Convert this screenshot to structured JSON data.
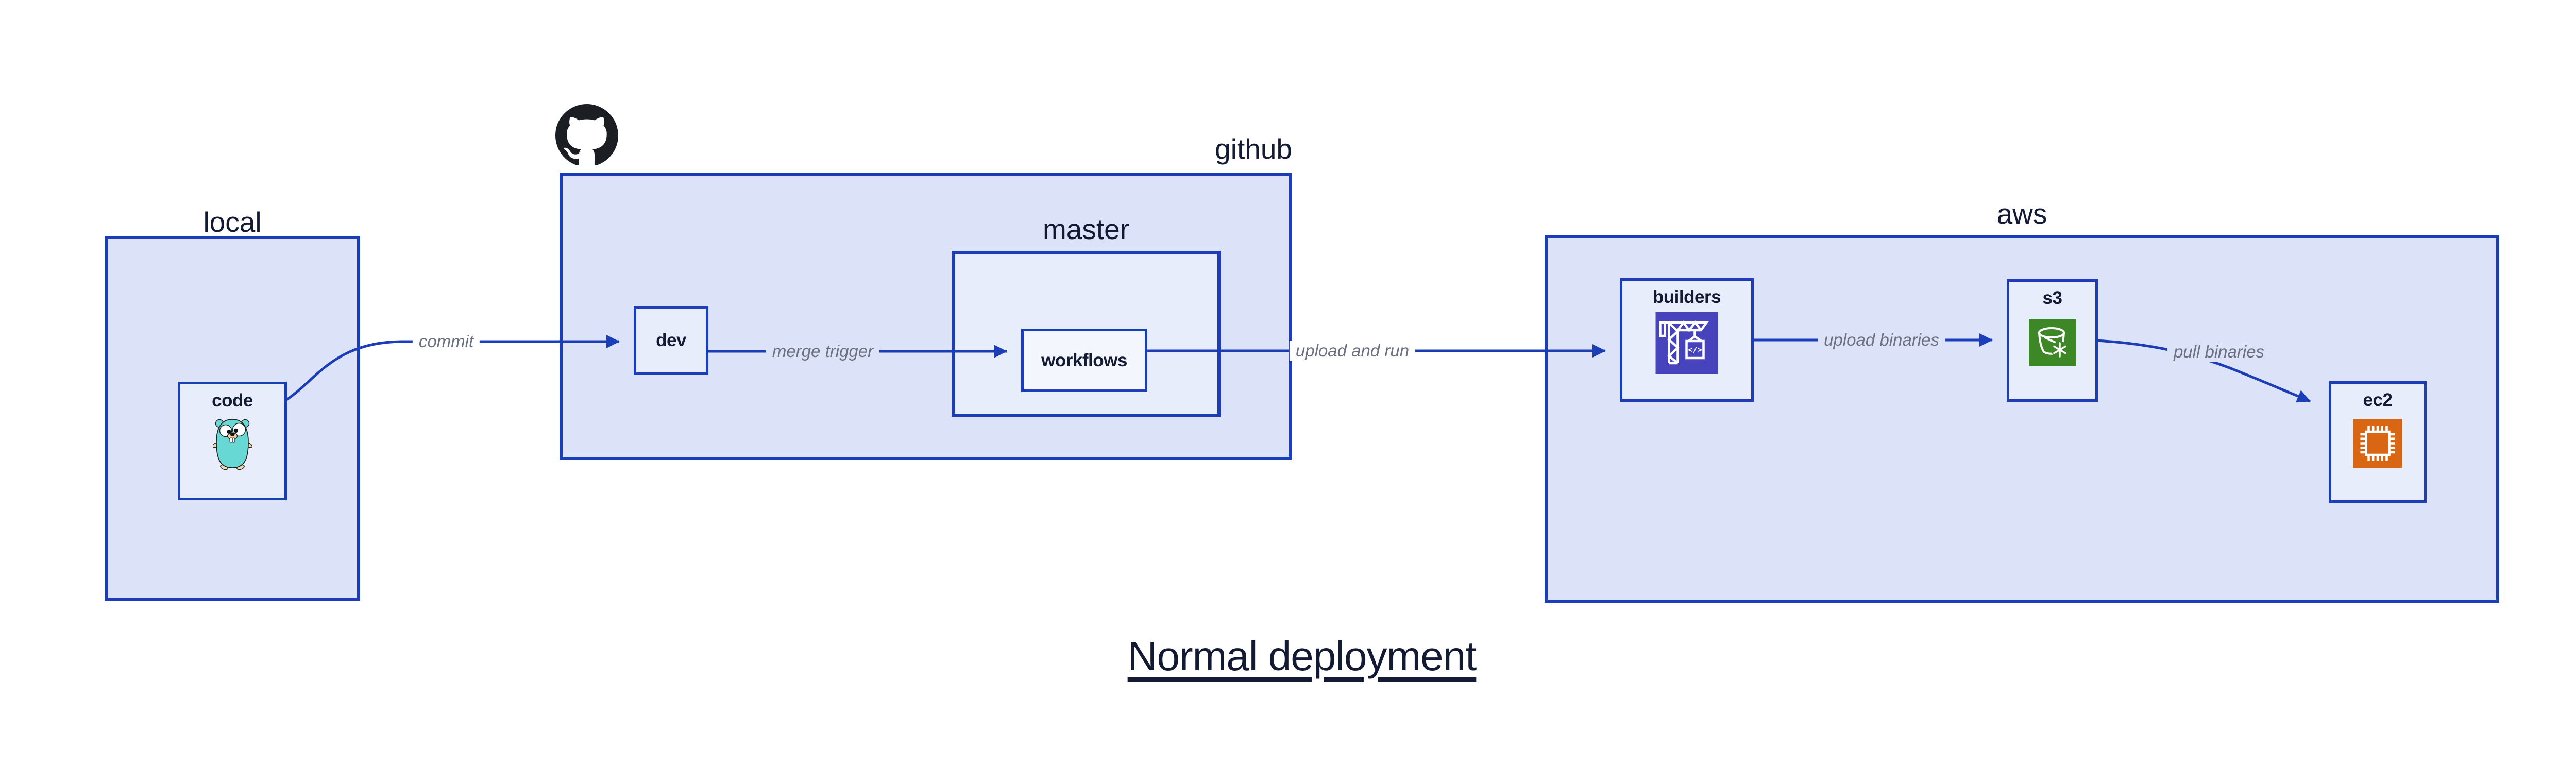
{
  "title": {
    "text": "Normal deployment"
  },
  "colors": {
    "border_blue": "#1b3eb8",
    "group_fill": "#dce3f8",
    "node_fill": "#e8edfb",
    "bright_node_fill": "#f4f6fd",
    "label_navy": "#131a33",
    "edge_label_gray": "#6a7080",
    "builders_icon_bg": "#4743bd",
    "s3_icon_bg": "#3d8727",
    "ec2_icon_bg": "#d86613",
    "github_black": "#1b1f23",
    "gopher_teal": "#68d8d4",
    "gopher_skin": "#f4d7a9"
  },
  "groups": {
    "local": {
      "label": "local"
    },
    "github": {
      "label": "github"
    },
    "master": {
      "label": "master"
    },
    "aws": {
      "label": "aws"
    }
  },
  "nodes": {
    "code": {
      "label": "code",
      "icon": "go-gopher-icon"
    },
    "dev": {
      "label": "dev"
    },
    "workflows": {
      "label": "workflows"
    },
    "builders": {
      "label": "builders",
      "icon": "codebuild-crane-icon",
      "icon_glyph": "</>"
    },
    "s3": {
      "label": "s3",
      "icon": "s3-bucket-icon"
    },
    "ec2": {
      "label": "ec2",
      "icon": "ec2-chip-icon"
    }
  },
  "edges": {
    "commit": {
      "label": "commit",
      "from": "code",
      "to": "dev"
    },
    "merge_trigger": {
      "label": "merge trigger",
      "from": "dev",
      "to": "workflows"
    },
    "upload_and_run": {
      "label": "upload and run",
      "from": "workflows",
      "to": "builders"
    },
    "upload_binaries": {
      "label": "upload binaries",
      "from": "builders",
      "to": "s3"
    },
    "pull_binaries": {
      "label": "pull binaries",
      "from": "s3",
      "to": "ec2"
    }
  },
  "logo": {
    "name": "github-octocat-logo"
  }
}
